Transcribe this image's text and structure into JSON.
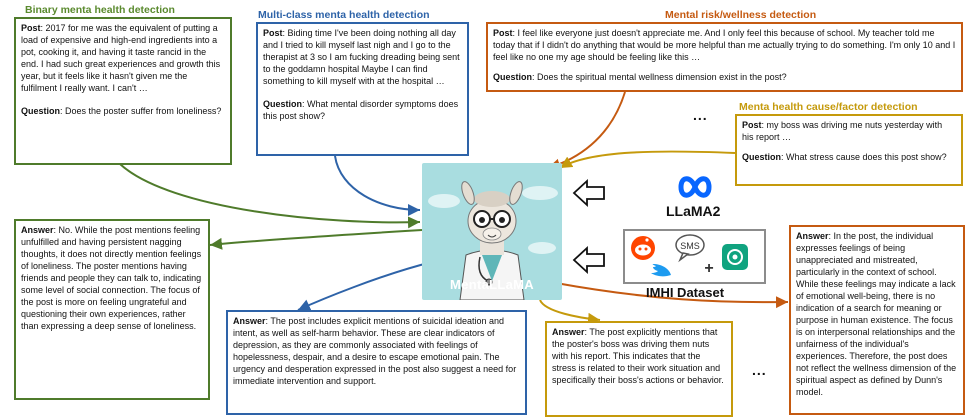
{
  "titles": {
    "binary": "Binary menta health detection",
    "multiclass": "Multi-class menta health detection",
    "risk": "Mental risk/wellness detection",
    "cause": "Menta health cause/factor detection"
  },
  "boxes": {
    "binary_q": {
      "post_label": "Post",
      "post_text": ":  2017 for me was the equivalent of putting a load of expensive and high-end ingredients into a pot, cooking it, and having it taste rancid in the end. I had such great experiences and growth this year, but it feels like it hasn't given me the fulfilment I really want. I can't …",
      "question_label": "Question",
      "question_text": ": Does the poster suffer from loneliness?"
    },
    "multi_q": {
      "post_label": "Post",
      "post_text": ":  Biding time I've been doing nothing all day and I tried to kill myself last nigh and I go to the therapist at 3 so I am fucking dreading being sent to the goddamn hospital Maybe I can find something to kill myself with at the hospital …",
      "question_label": "Question",
      "question_text": ": What mental disorder symptoms does this post show?"
    },
    "risk_q": {
      "post_label": "Post",
      "post_text": ":  I feel like everyone just doesn't appreciate me. And I only feel this because of school. My teacher told me today that if I didn't do anything that would be more helpful than me actually trying to do something. I'm only 10 and I feel like no one my age should be feeling like this …",
      "question_label": "Question",
      "question_text": ": Does the spiritual mental wellness dimension exist in the post?"
    },
    "cause_q": {
      "post_label": "Post",
      "post_text": ":  my boss was driving me nuts yesterday with his report …",
      "question_label": "Question",
      "question_text": ": What stress cause does this post show?"
    },
    "binary_a": {
      "answer_label": "Answer",
      "answer_text": ": No. While the post mentions feeling unfulfilled and having persistent nagging thoughts, it does not directly mention feelings of loneliness. The poster mentions having friends and people they can talk to, indicating some level of social connection. The focus of the post is more on feeling ungrateful and questioning their own experiences, rather than expressing a deep sense of loneliness."
    },
    "multi_a": {
      "answer_label": "Answer",
      "answer_text": ": The post includes explicit mentions of suicidal ideation and intent, as well as self-harm behavior. These are clear indicators of depression, as they are commonly associated with feelings of hopelessness, despair, and a desire to escape emotional pain. The urgency and desperation expressed in the post also suggest a need for immediate intervention and support."
    },
    "cause_a": {
      "answer_label": "Answer",
      "answer_text": ": The post explicitly mentions that the poster's boss was driving them nuts with his report. This indicates that the stress is related to their work situation and specifically their boss's actions or behavior."
    },
    "risk_a": {
      "answer_label": "Answer",
      "answer_text": ": In the post, the individual expresses feelings of being unappreciated and mistreated, particularly in the context of school. While these feelings may indicate a lack of emotional well-being, there is no indication of a search for meaning or purpose in human existence. The focus is on interpersonal relationships and the unfairness of the individual's experiences. Therefore, the post does not reflect the wellness dimension of the spiritual aspect as defined by Dunn's model."
    }
  },
  "model": {
    "name": "MentaLLaMA",
    "base": "LLaMA2",
    "dataset": "IMHI Dataset",
    "sms_label": "SMS"
  },
  "ellipsis": "...",
  "colors": {
    "green": "#4f7b2b",
    "blue": "#2e63a8",
    "orange": "#c55a11",
    "gold": "#c59a0c",
    "meta": "#0866ff",
    "reddit": "#ff4500",
    "twitter": "#1d9bf0",
    "openai": "#10a37f",
    "mascot_bg": "#a9dde0"
  }
}
